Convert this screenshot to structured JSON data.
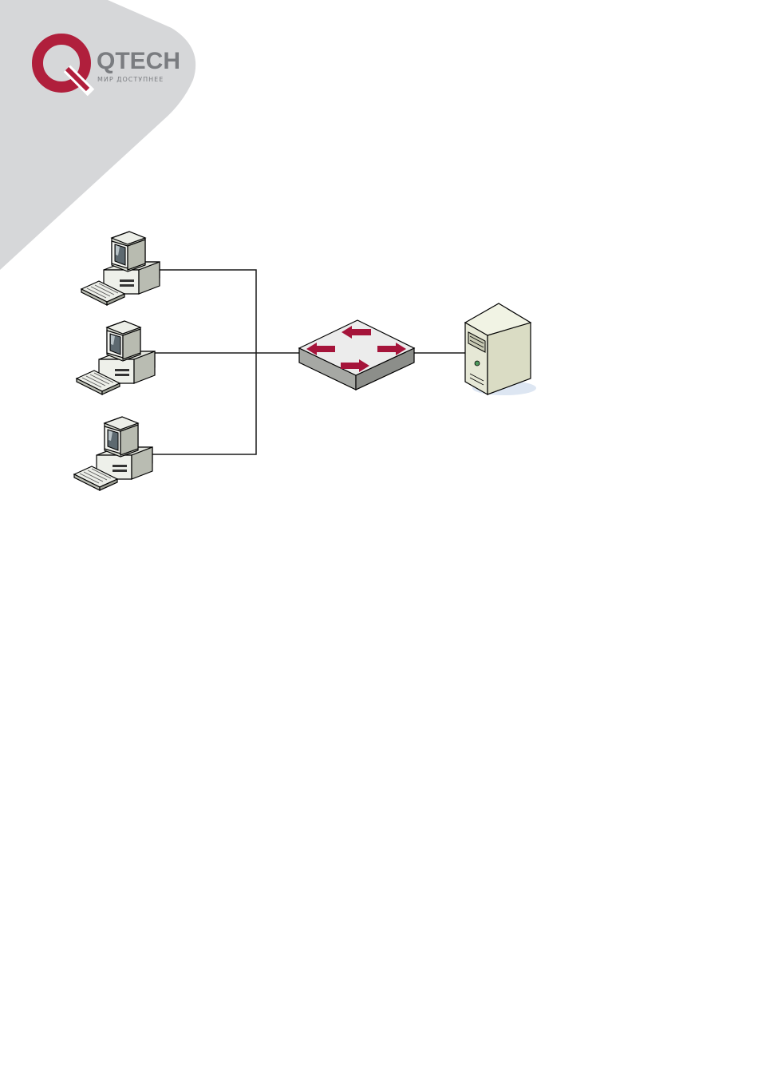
{
  "brand": {
    "name": "QTECH",
    "tagline": "МИР ДОСТУПНЕЕ",
    "color": "#7a7c80",
    "accent": "#b01f3c"
  },
  "theme": {
    "corner_band": "#d6d7d9",
    "link": "#1a1a1a",
    "arrow": "#a5143a"
  },
  "diagram": {
    "nodes": [
      {
        "id": "pc-1",
        "type": "desktop-computer"
      },
      {
        "id": "pc-2",
        "type": "desktop-computer"
      },
      {
        "id": "pc-3",
        "type": "desktop-computer"
      },
      {
        "id": "switch",
        "type": "layer2-switch"
      },
      {
        "id": "server",
        "type": "tower-server"
      }
    ],
    "links": [
      [
        "pc-1",
        "switch"
      ],
      [
        "pc-2",
        "switch"
      ],
      [
        "pc-3",
        "switch"
      ],
      [
        "switch",
        "server"
      ]
    ]
  }
}
